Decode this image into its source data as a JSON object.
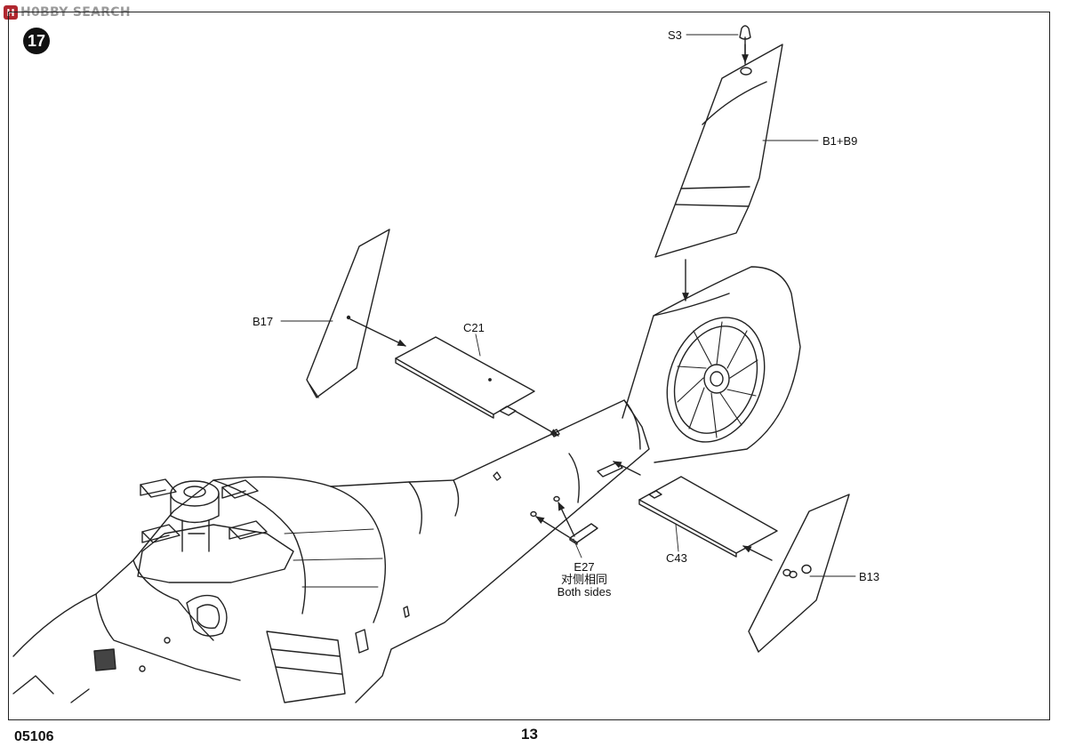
{
  "watermark": {
    "badge": "H",
    "text": "H0BBY SEARCH"
  },
  "step_number": "17",
  "footer": {
    "kit_code": "05106",
    "page_number": "13"
  },
  "parts": {
    "s3": "S3",
    "b1_b9": "B1+B9",
    "b17": "B17",
    "c21": "C21",
    "e27": "E27",
    "e27_note_cn": "对侧相同",
    "e27_note_en": "Both sides",
    "c43": "C43",
    "b13": "B13"
  }
}
